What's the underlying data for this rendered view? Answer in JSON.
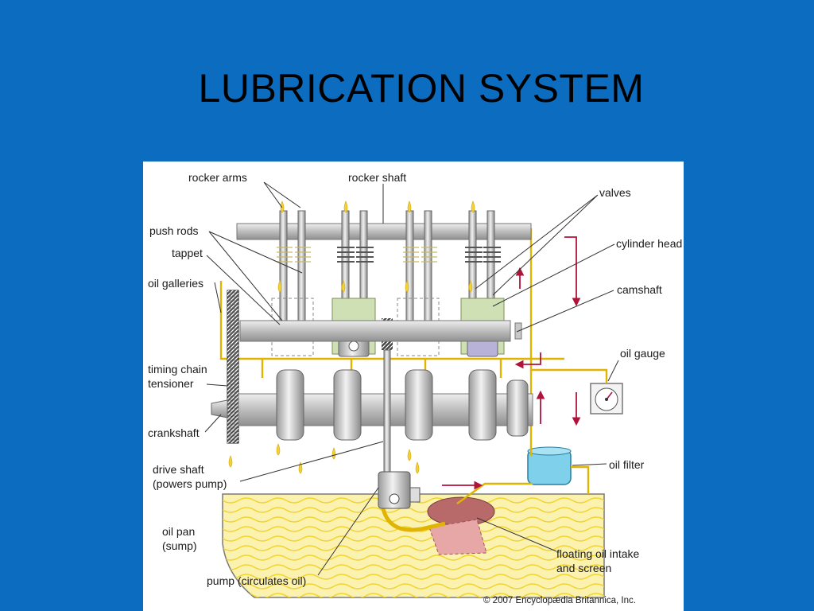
{
  "slide": {
    "title": "LUBRICATION SYSTEM"
  },
  "diagram": {
    "labels": {
      "rocker_arms": "rocker arms",
      "rocker_shaft": "rocker shaft",
      "valves": "valves",
      "push_rods": "push rods",
      "tappet": "tappet",
      "cylinder_head": "cylinder head",
      "oil_galleries": "oil galleries",
      "camshaft": "camshaft",
      "timing_chain_1": "timing chain",
      "timing_chain_2": "tensioner",
      "oil_gauge": "oil gauge",
      "crankshaft": "crankshaft",
      "drive_shaft_1": "drive shaft",
      "drive_shaft_2": "(powers pump)",
      "oil_filter": "oil filter",
      "oil_pan_1": "oil pan",
      "oil_pan_2": "(sump)",
      "floating_1": "floating oil intake",
      "floating_2": "and screen",
      "pump": "pump (circulates oil)"
    },
    "copyright": "© 2007 Encyclopædia Britannica, Inc.",
    "colors": {
      "oil": "#f2d23a",
      "oil_line": "#e0b400",
      "pan_oil": "#fbee9a",
      "flow_arrow": "#b0123a",
      "metal": "#c8c8c8"
    }
  }
}
